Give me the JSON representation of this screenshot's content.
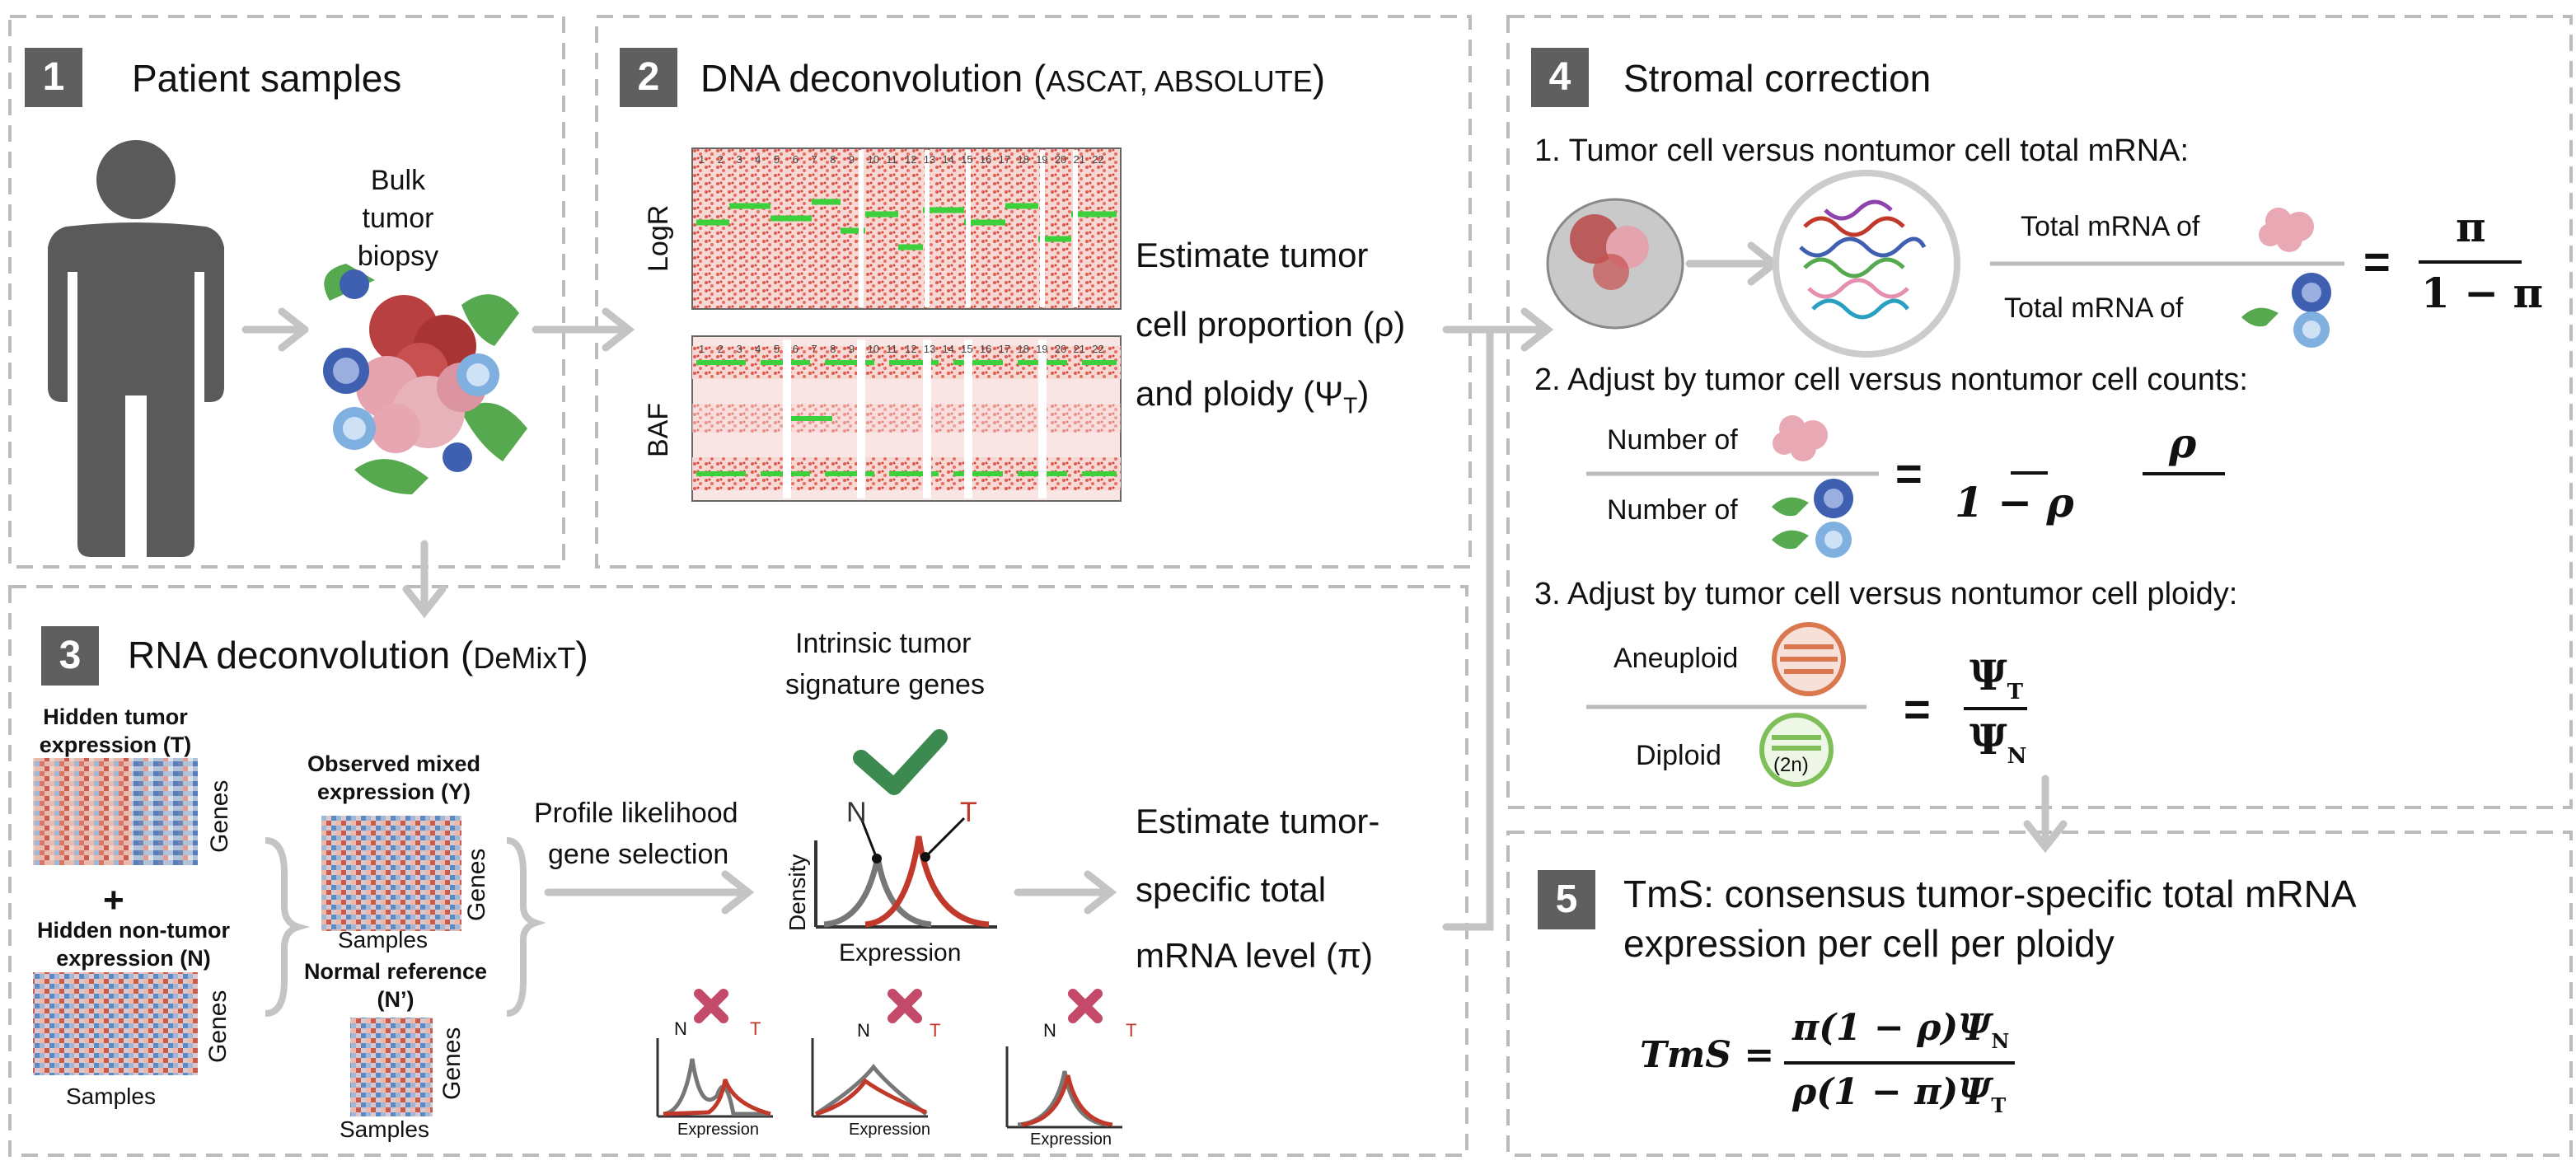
{
  "panels": {
    "p1": {
      "number": "1",
      "title": "Patient samples",
      "biopsy_label": "Bulk tumor biopsy"
    },
    "p2": {
      "number": "2",
      "title": "DNA deconvolution (",
      "title_tools": "ASCAT, ABSOLUTE",
      "title_close": ")",
      "logr_label": "LogR",
      "baf_label": "BAF",
      "chromosome_labels": [
        "1",
        "2",
        "3",
        "4",
        "5",
        "6",
        "7",
        "8",
        "9",
        "10",
        "11",
        "12",
        "13",
        "14",
        "15",
        "16",
        "17",
        "18",
        "19",
        "20",
        "21",
        "22"
      ],
      "estimate_lines": [
        "Estimate tumor",
        "cell proportion (ρ)",
        "and ploidy (Ψ"
      ],
      "ploidy_sub": "T",
      "ploidy_close": ")"
    },
    "p3": {
      "number": "3",
      "title": "RNA deconvolution (",
      "title_tool": "DeMixT",
      "title_close": ")",
      "hidden_tumor": "Hidden tumor expression (T)",
      "hidden_nontumor": "Hidden non-tumor expression (N)",
      "observed_mixed": "Observed mixed expression (Y)",
      "normal_reference": "Normal reference (N’)",
      "genes": "Genes",
      "samples": "Samples",
      "plus": "+",
      "profile_line1": "Profile likelihood",
      "profile_line2": "gene selection",
      "intrinsic_line1": "Intrinsic tumor",
      "intrinsic_line2": "signature genes",
      "density": "Density",
      "expression": "Expression",
      "n_label": "N",
      "t_label": "T",
      "estimate_lines": [
        "Estimate tumor-",
        "specific total",
        "mRNA level (π)"
      ]
    },
    "p4": {
      "number": "4",
      "title": "Stromal correction",
      "step1": "1. Tumor cell versus nontumor cell total mRNA:",
      "step1_num": "Total mRNA of",
      "step1_den": "Total mRNA of",
      "step1_rhs_num": "π",
      "step1_rhs_den": "1 − π",
      "step2": "2. Adjust by tumor cell versus nontumor cell counts:",
      "step2_num": "Number of",
      "step2_den": "Number of",
      "step2_rhs_num": "ρ",
      "step2_rhs_den": "1 − ρ",
      "step3": "3. Adjust by tumor cell versus nontumor cell ploidy:",
      "step3_num": "Aneuploid",
      "step3_den": "Diploid",
      "diploid_badge": "(2n)",
      "step3_rhs_num": "Ψ",
      "step3_rhs_num_sub": "T",
      "step3_rhs_den": "Ψ",
      "step3_rhs_den_sub": "N",
      "equals": "="
    },
    "p5": {
      "number": "5",
      "title_line1": "TmS: consensus tumor-specific total mRNA",
      "title_line2": "expression per cell per ploidy",
      "formula_lhs": "TmS =",
      "formula_num": "π(1 − ρ)Ψ",
      "formula_num_sub": "N",
      "formula_den": "ρ(1 − π)Ψ",
      "formula_den_sub": "T"
    }
  },
  "colors": {
    "number_box": "#5f5f5f",
    "dashed_border": "#bbbbbb",
    "arrow": "#c4c4c4",
    "tumor_red": "#c0392b",
    "normal_gray": "#777777",
    "check_green": "#3c8a4f",
    "cross_pink": "#c44a6a",
    "stromal_green": "#56a94e",
    "immune_blue": "#3f5fb0"
  }
}
